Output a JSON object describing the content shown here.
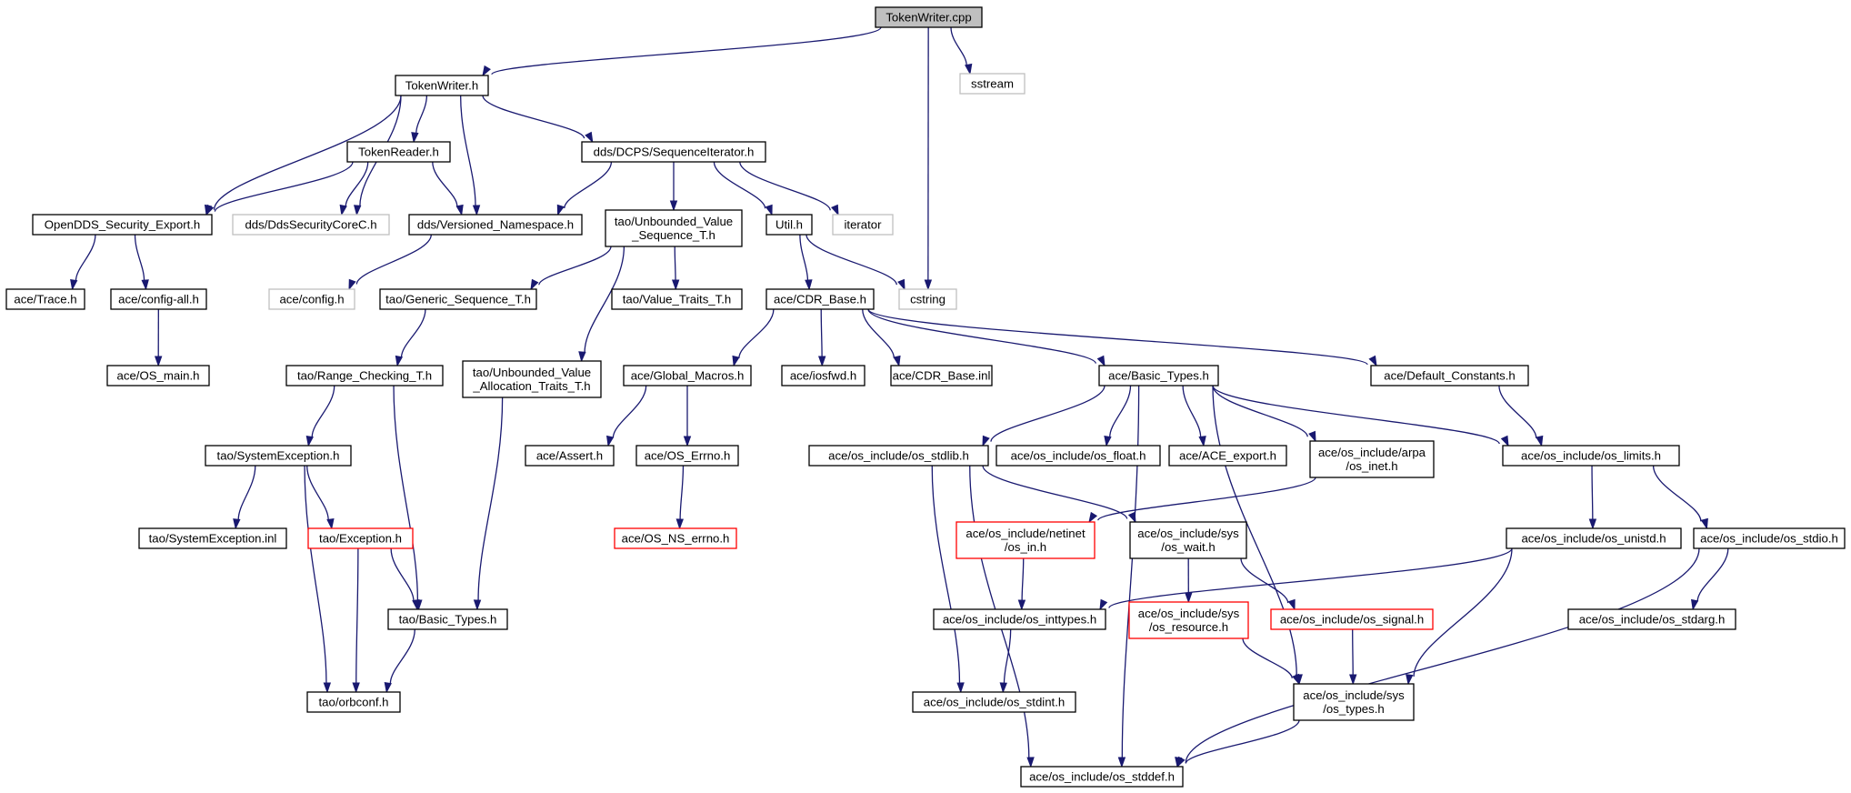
{
  "diagram": {
    "colors": {
      "edge": "#191970",
      "root_fill": "#bfbfbf",
      "node_border": "#000000",
      "missing_border": "#bfbfbf",
      "truncated_border": "#ff0000"
    },
    "nodes": [
      {
        "id": "n0",
        "lines": [
          "TokenWriter.cpp"
        ],
        "kind": "root"
      },
      {
        "id": "n1",
        "lines": [
          "TokenWriter.h"
        ],
        "kind": "normal"
      },
      {
        "id": "n2",
        "lines": [
          "sstream"
        ],
        "kind": "missing"
      },
      {
        "id": "n3",
        "lines": [
          "cstring"
        ],
        "kind": "missing"
      },
      {
        "id": "n4",
        "lines": [
          "TokenReader.h"
        ],
        "kind": "normal"
      },
      {
        "id": "n5",
        "lines": [
          "dds/DCPS/SequenceIterator.h"
        ],
        "kind": "normal"
      },
      {
        "id": "n6",
        "lines": [
          "OpenDDS_Security_Export.h"
        ],
        "kind": "normal"
      },
      {
        "id": "n7",
        "lines": [
          "dds/DdsSecurityCoreC.h"
        ],
        "kind": "missing"
      },
      {
        "id": "n8",
        "lines": [
          "dds/Versioned_Namespace.h"
        ],
        "kind": "normal"
      },
      {
        "id": "n9",
        "lines": [
          "tao/Unbounded_Value",
          "_Sequence_T.h"
        ],
        "kind": "normal"
      },
      {
        "id": "n10",
        "lines": [
          "Util.h"
        ],
        "kind": "normal"
      },
      {
        "id": "n11",
        "lines": [
          "iterator"
        ],
        "kind": "missing"
      },
      {
        "id": "n12",
        "lines": [
          "ace/Trace.h"
        ],
        "kind": "normal"
      },
      {
        "id": "n13",
        "lines": [
          "ace/config-all.h"
        ],
        "kind": "normal"
      },
      {
        "id": "n14",
        "lines": [
          "ace/config.h"
        ],
        "kind": "missing"
      },
      {
        "id": "n15",
        "lines": [
          "tao/Generic_Sequence_T.h"
        ],
        "kind": "normal"
      },
      {
        "id": "n16",
        "lines": [
          "tao/Value_Traits_T.h"
        ],
        "kind": "normal"
      },
      {
        "id": "n17",
        "lines": [
          "ace/CDR_Base.h"
        ],
        "kind": "normal"
      },
      {
        "id": "n18",
        "lines": [
          "ace/OS_main.h"
        ],
        "kind": "normal"
      },
      {
        "id": "n19",
        "lines": [
          "tao/Range_Checking_T.h"
        ],
        "kind": "normal"
      },
      {
        "id": "n20",
        "lines": [
          "tao/Unbounded_Value",
          "_Allocation_Traits_T.h"
        ],
        "kind": "normal"
      },
      {
        "id": "n21",
        "lines": [
          "ace/Global_Macros.h"
        ],
        "kind": "normal"
      },
      {
        "id": "n22",
        "lines": [
          "ace/iosfwd.h"
        ],
        "kind": "normal"
      },
      {
        "id": "n23",
        "lines": [
          "ace/CDR_Base.inl"
        ],
        "kind": "normal"
      },
      {
        "id": "n24",
        "lines": [
          "ace/Basic_Types.h"
        ],
        "kind": "normal"
      },
      {
        "id": "n25",
        "lines": [
          "ace/Default_Constants.h"
        ],
        "kind": "normal"
      },
      {
        "id": "n26",
        "lines": [
          "tao/SystemException.h"
        ],
        "kind": "normal"
      },
      {
        "id": "n27",
        "lines": [
          "ace/Assert.h"
        ],
        "kind": "normal"
      },
      {
        "id": "n28",
        "lines": [
          "ace/OS_Errno.h"
        ],
        "kind": "normal"
      },
      {
        "id": "n29",
        "lines": [
          "ace/os_include/os_stdlib.h"
        ],
        "kind": "normal"
      },
      {
        "id": "n30",
        "lines": [
          "ace/os_include/os_float.h"
        ],
        "kind": "normal"
      },
      {
        "id": "n31",
        "lines": [
          "ace/ACE_export.h"
        ],
        "kind": "normal"
      },
      {
        "id": "n32",
        "lines": [
          "ace/os_include/arpa",
          "/os_inet.h"
        ],
        "kind": "normal"
      },
      {
        "id": "n33",
        "lines": [
          "ace/os_include/os_limits.h"
        ],
        "kind": "normal"
      },
      {
        "id": "n34",
        "lines": [
          "tao/SystemException.inl"
        ],
        "kind": "normal"
      },
      {
        "id": "n35",
        "lines": [
          "tao/Exception.h"
        ],
        "kind": "truncated"
      },
      {
        "id": "n36",
        "lines": [
          "ace/OS_NS_errno.h"
        ],
        "kind": "truncated"
      },
      {
        "id": "n37",
        "lines": [
          "ace/os_include/netinet",
          "/os_in.h"
        ],
        "kind": "truncated"
      },
      {
        "id": "n38",
        "lines": [
          "ace/os_include/sys",
          "/os_wait.h"
        ],
        "kind": "normal"
      },
      {
        "id": "n39",
        "lines": [
          "ace/os_include/os_unistd.h"
        ],
        "kind": "normal"
      },
      {
        "id": "n40",
        "lines": [
          "ace/os_include/os_stdio.h"
        ],
        "kind": "normal"
      },
      {
        "id": "n41",
        "lines": [
          "tao/Basic_Types.h"
        ],
        "kind": "normal"
      },
      {
        "id": "n42",
        "lines": [
          "ace/os_include/os_inttypes.h"
        ],
        "kind": "normal"
      },
      {
        "id": "n43",
        "lines": [
          "ace/os_include/sys",
          "/os_resource.h"
        ],
        "kind": "truncated"
      },
      {
        "id": "n44",
        "lines": [
          "ace/os_include/os_signal.h"
        ],
        "kind": "truncated"
      },
      {
        "id": "n45",
        "lines": [
          "ace/os_include/os_stdarg.h"
        ],
        "kind": "normal"
      },
      {
        "id": "n46",
        "lines": [
          "tao/orbconf.h"
        ],
        "kind": "normal"
      },
      {
        "id": "n47",
        "lines": [
          "ace/os_include/os_stdint.h"
        ],
        "kind": "normal"
      },
      {
        "id": "n48",
        "lines": [
          "ace/os_include/sys",
          "/os_types.h"
        ],
        "kind": "normal"
      },
      {
        "id": "n49",
        "lines": [
          "ace/os_include/os_stddef.h"
        ],
        "kind": "normal"
      }
    ],
    "edges": [
      [
        "n0",
        "n1"
      ],
      [
        "n0",
        "n2"
      ],
      [
        "n0",
        "n3"
      ],
      [
        "n1",
        "n4"
      ],
      [
        "n1",
        "n5"
      ],
      [
        "n1",
        "n6"
      ],
      [
        "n1",
        "n7"
      ],
      [
        "n1",
        "n8"
      ],
      [
        "n4",
        "n6"
      ],
      [
        "n4",
        "n7"
      ],
      [
        "n4",
        "n8"
      ],
      [
        "n5",
        "n8"
      ],
      [
        "n5",
        "n9"
      ],
      [
        "n5",
        "n10"
      ],
      [
        "n5",
        "n11"
      ],
      [
        "n6",
        "n12"
      ],
      [
        "n6",
        "n13"
      ],
      [
        "n8",
        "n14"
      ],
      [
        "n9",
        "n15"
      ],
      [
        "n9",
        "n16"
      ],
      [
        "n9",
        "n20"
      ],
      [
        "n10",
        "n3"
      ],
      [
        "n10",
        "n17"
      ],
      [
        "n13",
        "n18"
      ],
      [
        "n15",
        "n19"
      ],
      [
        "n17",
        "n21"
      ],
      [
        "n17",
        "n22"
      ],
      [
        "n17",
        "n23"
      ],
      [
        "n17",
        "n24"
      ],
      [
        "n17",
        "n25"
      ],
      [
        "n19",
        "n26"
      ],
      [
        "n19",
        "n41"
      ],
      [
        "n20",
        "n41"
      ],
      [
        "n21",
        "n27"
      ],
      [
        "n21",
        "n28"
      ],
      [
        "n24",
        "n29"
      ],
      [
        "n24",
        "n30"
      ],
      [
        "n24",
        "n31"
      ],
      [
        "n24",
        "n32"
      ],
      [
        "n24",
        "n33"
      ],
      [
        "n24",
        "n48"
      ],
      [
        "n24",
        "n49"
      ],
      [
        "n25",
        "n33"
      ],
      [
        "n26",
        "n34"
      ],
      [
        "n26",
        "n35"
      ],
      [
        "n26",
        "n46"
      ],
      [
        "n28",
        "n36"
      ],
      [
        "n29",
        "n38"
      ],
      [
        "n29",
        "n47"
      ],
      [
        "n29",
        "n49"
      ],
      [
        "n32",
        "n37"
      ],
      [
        "n33",
        "n39"
      ],
      [
        "n33",
        "n40"
      ],
      [
        "n35",
        "n41"
      ],
      [
        "n35",
        "n46"
      ],
      [
        "n37",
        "n42"
      ],
      [
        "n38",
        "n43"
      ],
      [
        "n38",
        "n44"
      ],
      [
        "n39",
        "n42"
      ],
      [
        "n39",
        "n48"
      ],
      [
        "n40",
        "n45"
      ],
      [
        "n40",
        "n49"
      ],
      [
        "n41",
        "n46"
      ],
      [
        "n42",
        "n47"
      ],
      [
        "n43",
        "n48"
      ],
      [
        "n44",
        "n48"
      ],
      [
        "n48",
        "n49"
      ]
    ]
  }
}
